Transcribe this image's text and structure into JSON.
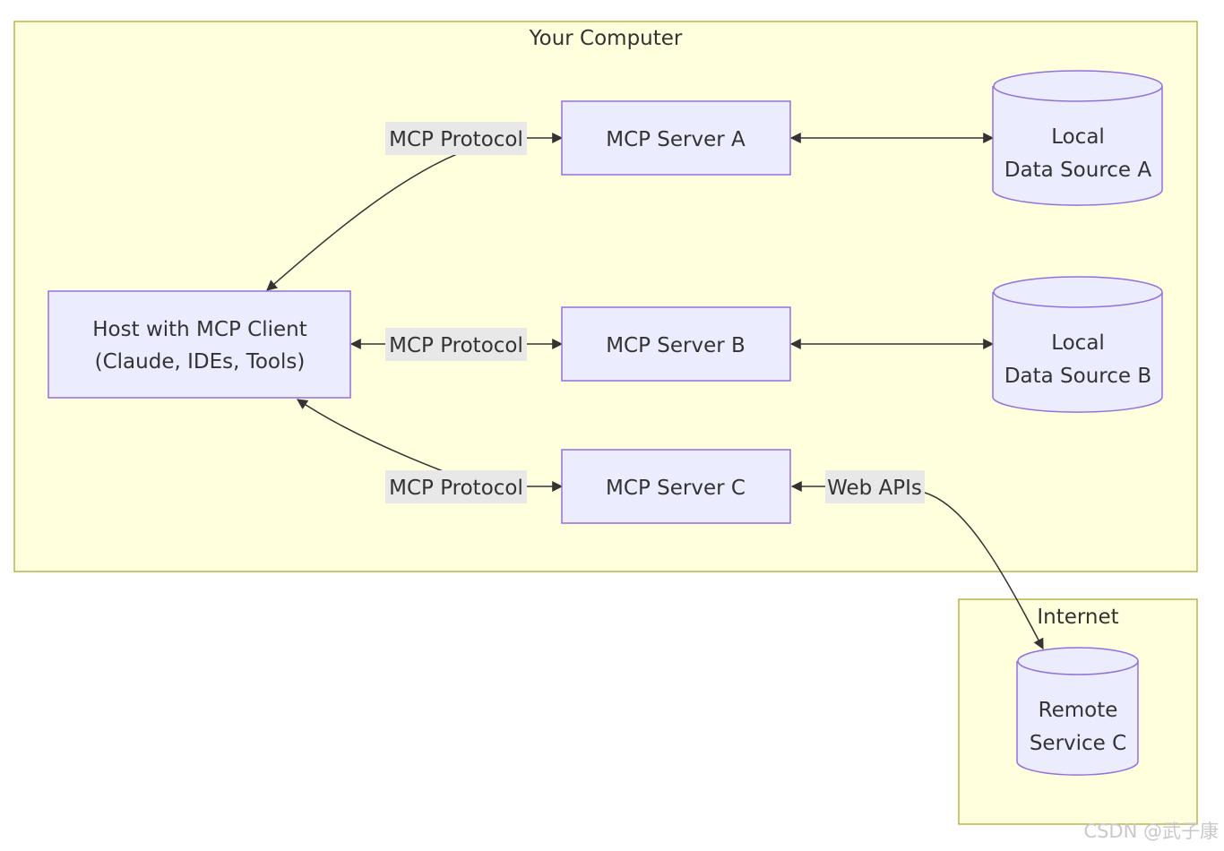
{
  "clusters": {
    "computer": "Your Computer",
    "internet": "Internet"
  },
  "nodes": {
    "host": {
      "line1": "Host with MCP Client",
      "line2": "(Claude, IDEs, Tools)"
    },
    "server_a": "MCP Server A",
    "server_b": "MCP Server B",
    "server_c": "MCP Server C",
    "data_a": {
      "line1": "Local",
      "line2": "Data Source A"
    },
    "data_b": {
      "line1": "Local",
      "line2": "Data Source B"
    },
    "remote_c": {
      "line1": "Remote",
      "line2": "Service C"
    }
  },
  "edge_labels": {
    "host_a": "MCP Protocol",
    "host_b": "MCP Protocol",
    "host_c": "MCP Protocol",
    "c_remote": "Web APIs"
  },
  "watermark": "CSDN @武子康",
  "colors": {
    "cluster_fill": "#ffffde",
    "cluster_stroke": "#aaaa33",
    "node_fill": "#ececff",
    "node_stroke": "#9370db",
    "text": "#333333"
  }
}
